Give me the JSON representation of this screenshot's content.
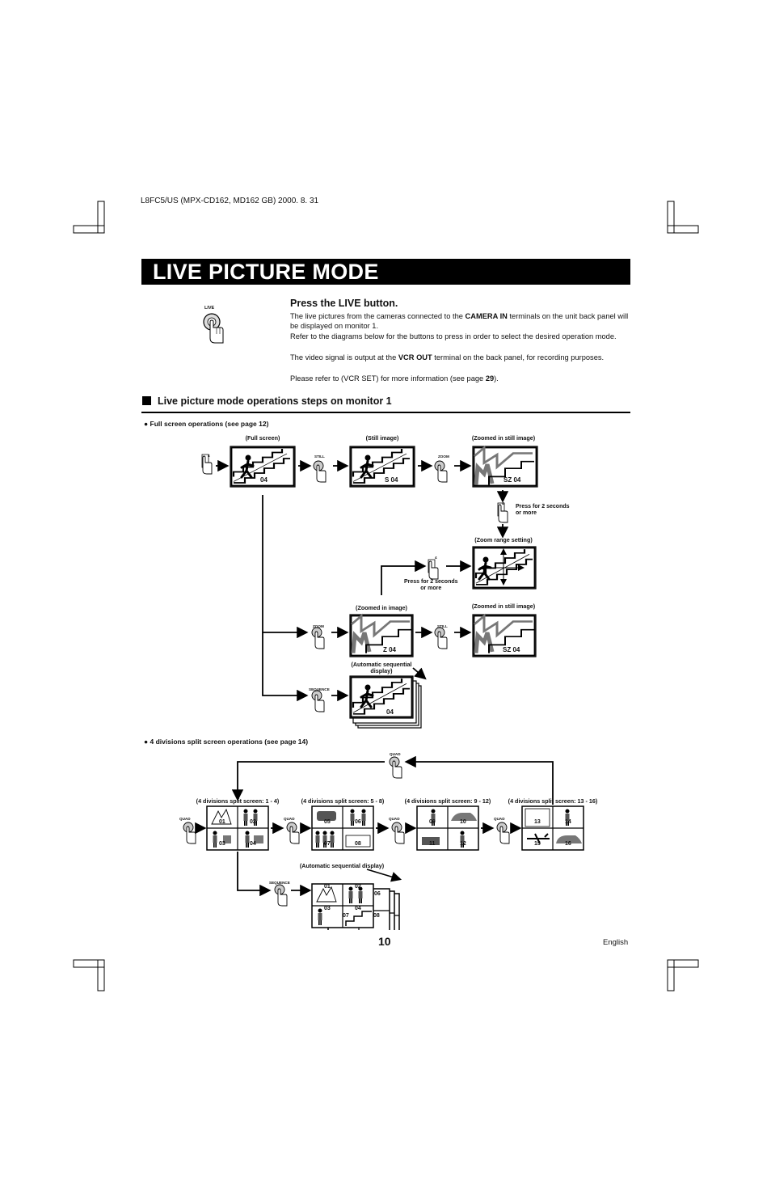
{
  "header_code": "L8FC5/US (MPX-CD162, MD162 GB) 2000. 8. 31",
  "title": "LIVE PICTURE MODE",
  "live_button_label": "LIVE",
  "press_title": "Press the LIVE button.",
  "paragraphs": {
    "p1_a": "The live pictures from the cameras connected to the ",
    "p1_b": "CAMERA IN",
    "p1_c": " terminals on the unit back panel will be displayed on monitor 1.",
    "p2": "Refer to the diagrams below for the buttons to press in order to select the desired operation mode.",
    "p3_a": "The video signal is output at the ",
    "p3_b": "VCR OUT",
    "p3_c": " terminal on the back panel, for recording purposes.",
    "p4_a": "Please refer to (VCR SET) for more information (see page ",
    "p4_b": "29",
    "p4_c": ")."
  },
  "section_title": "Live picture mode operations steps on monitor 1",
  "full_screen": {
    "heading": "Full screen operations (see page 12)",
    "labels": {
      "full_screen": "(Full screen)",
      "still_image": "(Still image)",
      "zoomed_in_still_1": "(Zoomed in still image)",
      "zoom_range": "(Zoom range setting)",
      "zoomed_in_image": "(Zoomed in image)",
      "zoomed_in_still_2": "(Zoomed in still image)",
      "auto_seq_1": "(Automatic sequential",
      "auto_seq_2": "display)"
    },
    "codes": {
      "full": "04",
      "still": "S  04",
      "zoom_still": "SZ  04",
      "zoom": "Z  04",
      "zoom_still_2": "SZ  04",
      "seq": "04"
    },
    "buttons": {
      "still": "STILL",
      "zoom": "ZOOM",
      "sequence": "SEQUENCE",
      "four": "4"
    },
    "press_note_1": "Press for 2 seconds",
    "press_note_2": "or more"
  },
  "quad": {
    "heading": "4 divisions split screen operations (see page 14)",
    "button": "QUAD",
    "sequence_button": "SEQUENCE",
    "labels": [
      "(4 divisions split screen: 1 - 4)",
      "(4 divisions split screen: 5 - 8)",
      "(4 divisions split screen: 9 - 12)",
      "(4 divisions split screen: 13 - 16)"
    ],
    "screens": [
      [
        "01",
        "02",
        "03",
        "04"
      ],
      [
        "05",
        "06",
        "07",
        "08"
      ],
      [
        "09",
        "10",
        "11",
        "12"
      ],
      [
        "13",
        "14",
        "15",
        "16"
      ]
    ],
    "auto_seq_label": "(Automatic sequential display)",
    "auto_seq_front": [
      "01",
      "02",
      "03",
      "04"
    ],
    "auto_seq_back": [
      "06",
      "07",
      "08"
    ]
  },
  "page_number": "10",
  "language": "English"
}
